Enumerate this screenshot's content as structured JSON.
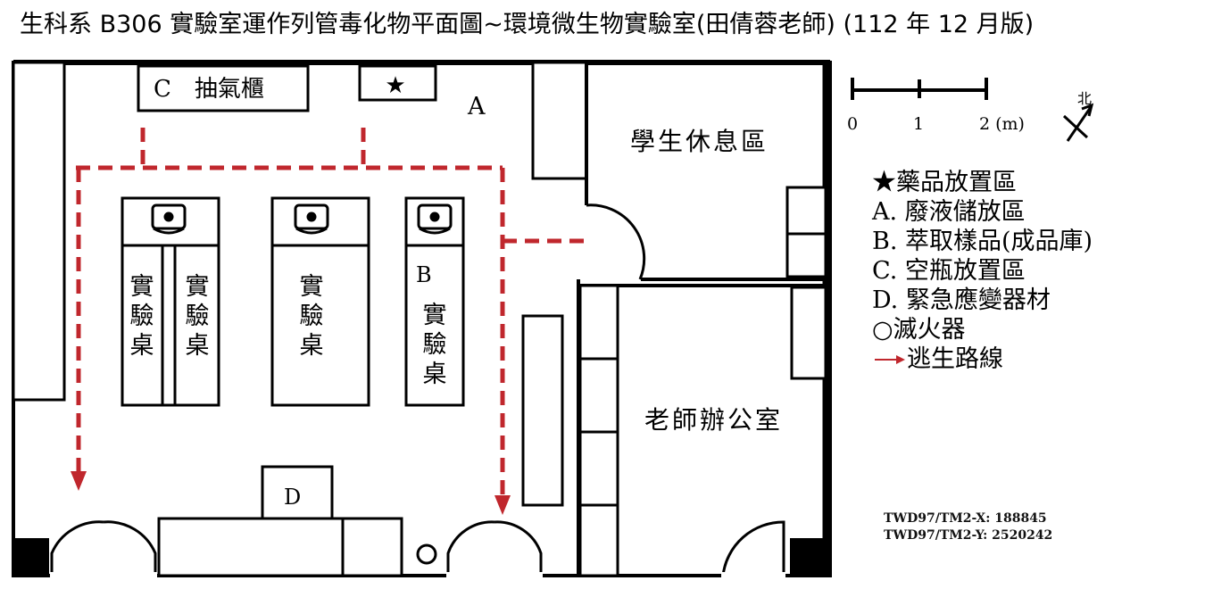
{
  "title": "生科系 B306 實驗室運作列管毒化物平面圖~環境微生物實驗室(田倩蓉老師) (112 年 12 月版)",
  "labels": {
    "hood": "C　抽氣櫃",
    "star_symbol": "★",
    "area_a": "A",
    "area_b": "B",
    "area_d": "D",
    "student_lounge": "學生休息區",
    "teacher_office": "老師辦公室",
    "bench_chars": [
      "實",
      "驗",
      "桌"
    ]
  },
  "scale": {
    "ticks": [
      "0",
      "1",
      "2 (m)"
    ],
    "north_label": "北"
  },
  "legend": {
    "items": [
      "★藥品放置區",
      "A. 廢液儲放區",
      "B. 萃取樣品(成品庫)",
      "C. 空瓶放置區",
      "D. 緊急應變器材",
      "○滅火器",
      "逃生路線"
    ]
  },
  "coordinates": {
    "x": "TWD97/TM2-X: 188845",
    "y": "TWD97/TM2-Y: 2520242"
  },
  "colors": {
    "wall": "#000000",
    "escape_route": "#c0272d"
  }
}
